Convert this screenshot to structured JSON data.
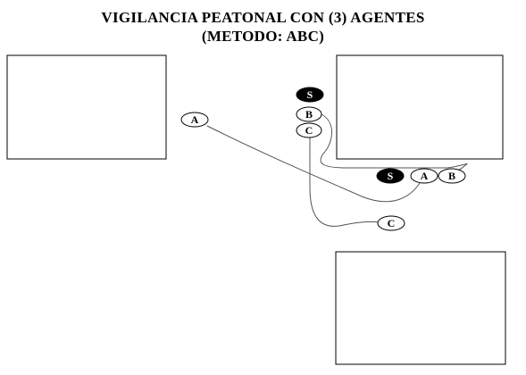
{
  "title": {
    "line1": "VIGILANCIA PEATONAL CON (3) AGENTES",
    "line2": "(METODO: ABC)"
  },
  "markers": {
    "s_start": "S",
    "b_start": "B",
    "c_start": "C",
    "a_start": "A",
    "s_end": "S",
    "a_end": "A",
    "b_end": "B",
    "c_end": "C"
  },
  "colors": {
    "line": "#555555",
    "stroke": "#000000",
    "subject_fill": "#000000",
    "agent_fill": "#ffffff"
  }
}
